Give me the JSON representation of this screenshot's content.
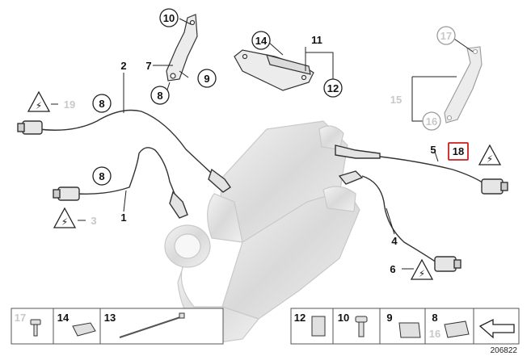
{
  "diagram": {
    "callouts": {
      "c10_top": "10",
      "c14_top": "14",
      "c11": "11",
      "c12_top": "12",
      "c17_top": "17",
      "c7": "7",
      "c9_top": "9",
      "c8_top": "8",
      "c2": "2",
      "c8_left": "8",
      "c19": "19",
      "c15": "15",
      "c16_top": "16",
      "c5": "5",
      "c18": "18",
      "c8_mid": "8",
      "c3": "3",
      "c1": "1",
      "c4": "4",
      "c6": "6"
    },
    "legend": {
      "l17": "17",
      "l14": "14",
      "l13": "13",
      "l12": "12",
      "l10": "10",
      "l9": "9",
      "l8": "8",
      "l16": "16"
    },
    "image_number": "206822",
    "colors": {
      "outline": "#333333",
      "part_fill": "#e9e9e9",
      "highlight": "#cc1f1f",
      "grey_label": "#c8c8c8"
    }
  }
}
